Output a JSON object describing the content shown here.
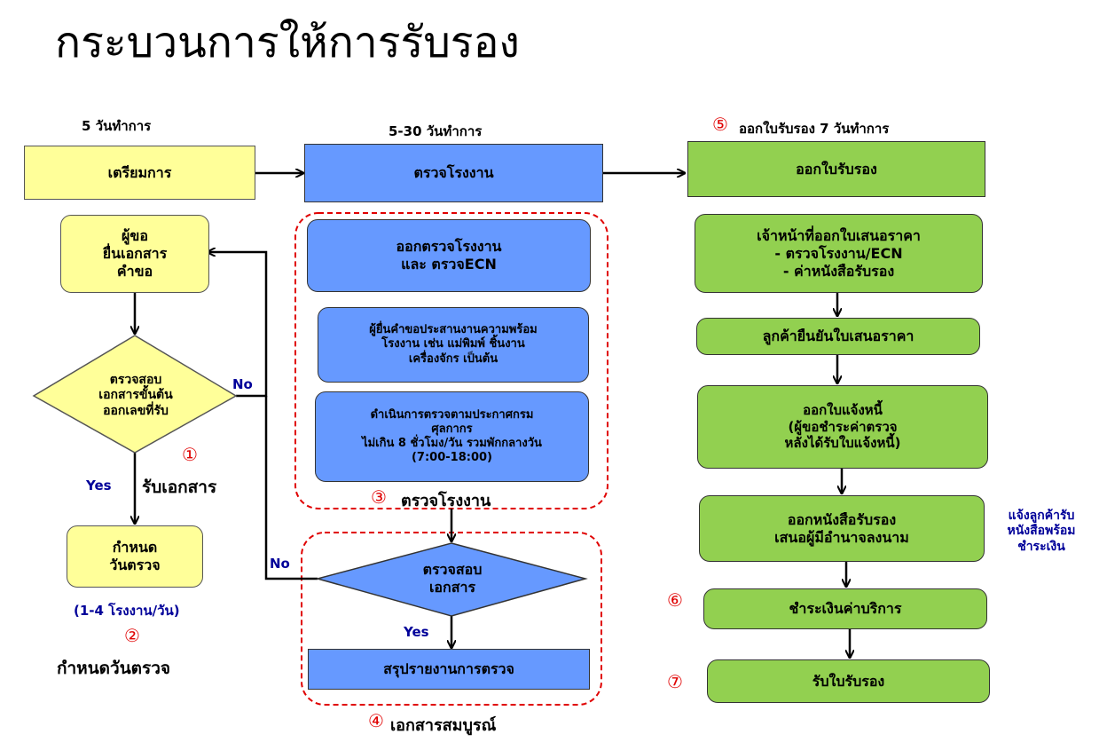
{
  "title": "กระบวนการให้การรับรอง",
  "col1": {
    "header": "5 วันทำการ",
    "main_box": "เตรียมการ",
    "step_request": "ผู้ขอ\nยื่นเอกสาร\nคำขอ",
    "decision": "ตรวจสอบ\nเอกสารขั้นต้น\nออกเลขที่รับ",
    "no_label": "No",
    "yes_label": "Yes",
    "marker_1": "①",
    "receive_docs": "รับเอกสาร",
    "schedule_box": "กำหนด\nวันตรวจ",
    "capacity": "(1-4 โรงงาน/วัน)",
    "marker_2": "②",
    "caption": "กำหนดวันตรวจ"
  },
  "col2": {
    "header": "5-30 วันทำการ",
    "main_box": "ตรวจโรงงาน",
    "inspect_box": "ออกตรวจโรงงาน\nและ ตรวจECN",
    "coordinate_box": "ผู้ยื่นคำขอประสานงานความพร้อม\nโรงงาน เช่น แม่พิมพ์ ชิ้นงาน\nเครื่องจักร เป็นต้น",
    "procedure_box": "ดำเนินการตรวจตามประกาศกรม\nศุลกากร\nไม่เกิน 8 ชั่วโมง/วัน รวมพักกลางวัน\n(7:00-18:00)",
    "marker_3": "③",
    "group_label": "ตรวจโรงงาน",
    "decision": "ตรวจสอบ\nเอกสาร",
    "no_label": "No",
    "yes_label": "Yes",
    "report_box": "สรุปรายงานการตรวจ",
    "marker_4": "④",
    "complete_label": "เอกสารสมบูรณ์"
  },
  "col3": {
    "marker_5": "⑤",
    "header": "ออกใบรับรอง 7 วันทำการ",
    "main_box": "ออกใบรับรอง",
    "quote_box": "เจ้าหน้าที่ออกใบเสนอราคา\n- ตรวจโรงงาน/ECN\n- ค่าหนังสือรับรอง",
    "confirm_box": "ลูกค้ายืนยันใบเสนอราคา",
    "invoice_box": "ออกใบแจ้งหนี้\n(ผู้ขอชำระค่าตรวจ\nหลังได้รับใบแจ้งหนี้)",
    "certificate_box": "ออกหนังสือรับรอง\nเสนอผู้มีอำนาจลงนาม",
    "side_note": "แจ้งลูกค้ารับ\nหนังสือพร้อม\nชำระเงิน",
    "marker_6": "⑥",
    "payment_box": "ชำระเงินค่าบริการ",
    "marker_7": "⑦",
    "receive_box": "รับใบรับรอง"
  },
  "colors": {
    "yellow": "#FFFF99",
    "blue": "#6699FF",
    "green": "#92D050",
    "marker_red": "#E00000",
    "label_navy": "#000099",
    "dashed_border": "#E00000"
  }
}
